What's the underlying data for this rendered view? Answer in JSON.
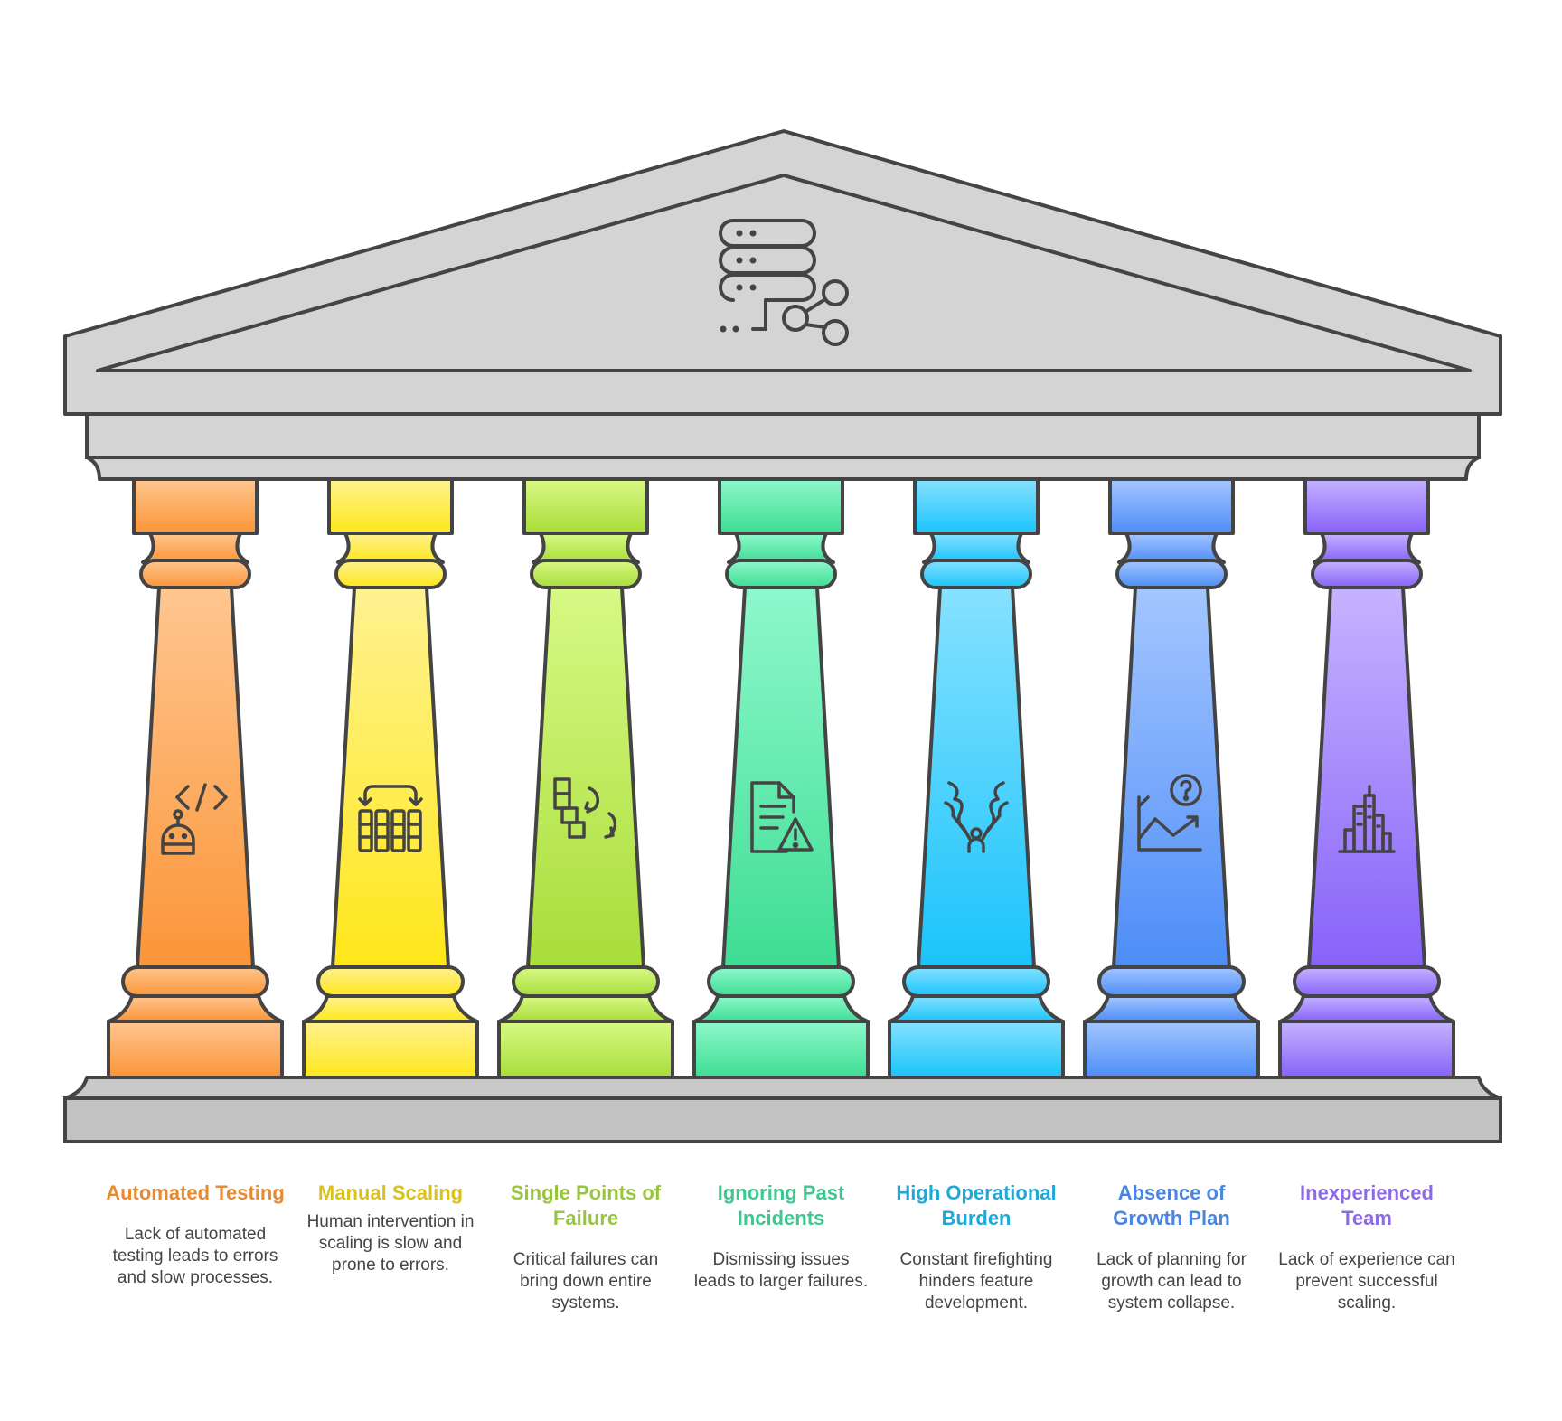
{
  "temple": {
    "roof_icon": "server-network-icon",
    "stroke_color": "#444444",
    "stone_color": "#d4d4d4",
    "stone_dark": "#c2c2c2"
  },
  "pillars": [
    {
      "title": "Automated Testing",
      "description": "Lack of automated testing leads to errors and slow processes.",
      "icon": "robot-code-icon",
      "color_top": "#ffc690",
      "color_bottom": "#fb9538",
      "title_color": "#e88a30"
    },
    {
      "title": "Manual Scaling",
      "description": "Human intervention in scaling is slow and prone to errors.",
      "icon": "manual-scaling-icon",
      "color_top": "#fff291",
      "color_bottom": "#ffe71a",
      "title_color": "#d9c21c"
    },
    {
      "title": "Single Points of Failure",
      "description": "Critical failures can bring down entire systems.",
      "icon": "flow-failure-icon",
      "color_top": "#d8f985",
      "color_bottom": "#a8dd3a",
      "title_color": "#98c53a"
    },
    {
      "title": "Ignoring Past Incidents",
      "description": "Dismissing issues leads to larger failures.",
      "icon": "document-warning-icon",
      "color_top": "#8ef8cc",
      "color_bottom": "#3edd93",
      "title_color": "#3cc890"
    },
    {
      "title": "High Operational Burden",
      "description": "Constant firefighting hinders feature development.",
      "icon": "firefighting-icon",
      "color_top": "#86e1ff",
      "color_bottom": "#1ac4fb",
      "title_color": "#1ea9d8"
    },
    {
      "title": "Absence of Growth Plan",
      "description": "Lack of planning for growth can lead to system collapse.",
      "icon": "growth-question-icon",
      "color_top": "#a4c6ff",
      "color_bottom": "#4d8df8",
      "title_color": "#4a85e0"
    },
    {
      "title": "Inexperienced Team",
      "description": "Lack of experience can prevent successful scaling.",
      "icon": "city-skyline-icon",
      "color_top": "#c5b3ff",
      "color_bottom": "#8862f9",
      "title_color": "#8c6ae8"
    }
  ]
}
